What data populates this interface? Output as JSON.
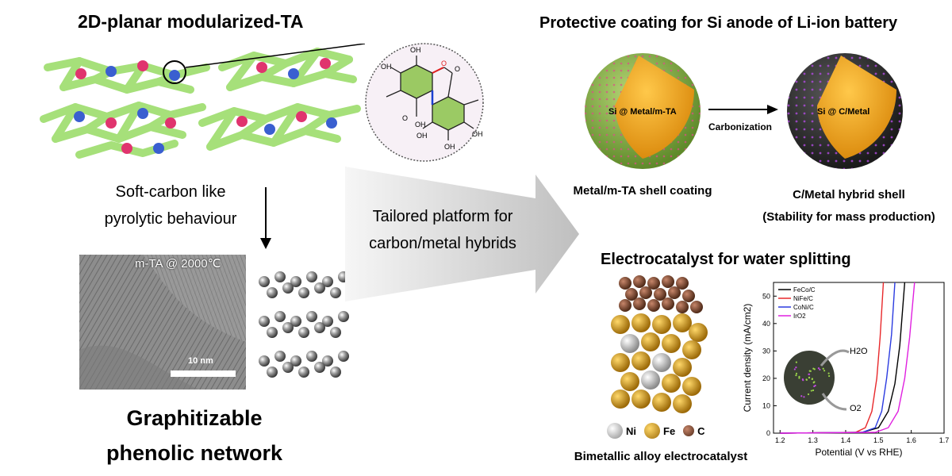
{
  "left": {
    "title": "2D-planar modularized-TA",
    "pyrolysis_line1": "Soft-carbon like",
    "pyrolysis_line2": "pyrolytic behaviour",
    "tem_label": "m-TA @ 2000℃",
    "scale_bar_label": "10 nm",
    "bottom_line1": "Graphitizable",
    "bottom_line2": "phenolic network",
    "molecule_labels": {
      "oh": "OH",
      "o": "O",
      "cooh_o": "O",
      "cooh_oh": "OH"
    }
  },
  "center": {
    "line1": "Tailored platform for",
    "line2": "carbon/metal hybrids"
  },
  "right_top": {
    "title": "Protective coating for Si anode of Li-ion battery",
    "sphere1_label": "Si @ Metal/m-TA",
    "sphere2_label": "Si @ C/Metal",
    "process_label": "Carbonization",
    "caption1": "Metal/m-TA shell coating",
    "caption2_line1": "C/Metal hybrid shell",
    "caption2_line2": "(Stability for mass production)",
    "colors": {
      "core": "#f0a51c",
      "green_shell": "#8ab04a",
      "dark_shell": "#2b2b2b"
    }
  },
  "right_bottom": {
    "title": "Electrocatalyst for water splitting",
    "alloy_caption": "Bimetallic alloy electrocatalyst",
    "legend": [
      "Ni",
      "Fe",
      "C"
    ],
    "legend_colors": [
      "#b8b8b8",
      "#c48a1a",
      "#7a4a30"
    ],
    "h2o_label": "H2O",
    "o2_label": "O2"
  },
  "chart_data": {
    "type": "line",
    "xlabel": "Potential (V vs RHE)",
    "ylabel": "Current density (mA/cm2)",
    "xlim": [
      1.18,
      1.7
    ],
    "ylim": [
      0,
      55
    ],
    "xticks": [
      "1.2",
      "1.3",
      "1.4",
      "1.5",
      "1.6",
      "1.7"
    ],
    "yticks": [
      "0",
      "10",
      "20",
      "30",
      "40",
      "50"
    ],
    "series": [
      {
        "name": "FeCo/C",
        "color": "#000000",
        "x": [
          1.2,
          1.45,
          1.5,
          1.53,
          1.55,
          1.565,
          1.58
        ],
        "y": [
          0,
          0.3,
          2,
          8,
          18,
          32,
          55
        ]
      },
      {
        "name": "NiFe/C",
        "color": "#e8282b",
        "x": [
          1.2,
          1.43,
          1.46,
          1.48,
          1.495,
          1.505,
          1.515
        ],
        "y": [
          0,
          0.3,
          2,
          8,
          20,
          35,
          55
        ]
      },
      {
        "name": "CoNi/C",
        "color": "#2b3be0",
        "x": [
          1.2,
          1.45,
          1.49,
          1.51,
          1.525,
          1.54,
          1.55
        ],
        "y": [
          0,
          0.3,
          2,
          8,
          20,
          36,
          55
        ]
      },
      {
        "name": "IrO2",
        "color": "#e020e0",
        "x": [
          1.2,
          1.49,
          1.53,
          1.56,
          1.58,
          1.595,
          1.61
        ],
        "y": [
          0,
          0.3,
          2,
          8,
          20,
          35,
          55
        ]
      }
    ]
  }
}
